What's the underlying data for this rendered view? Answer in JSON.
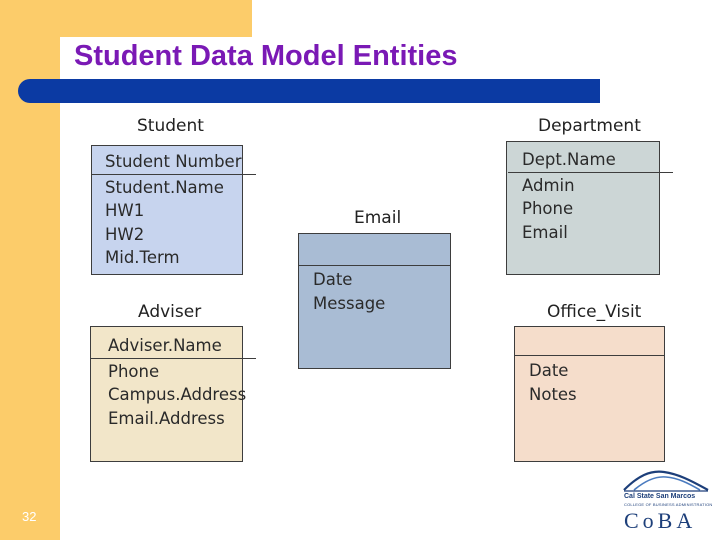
{
  "slide": {
    "title": "Student Data Model Entities",
    "number": "32"
  },
  "entities": {
    "student": {
      "name": "Student",
      "attributes": [
        "Student Number",
        "Student.Name",
        "HW1",
        "HW2",
        "Mid.Term"
      ]
    },
    "department": {
      "name": "Department",
      "attributes": [
        "Dept.Name",
        "Admin",
        "Phone",
        "Email"
      ]
    },
    "email": {
      "name": "Email",
      "attributes": [
        "Date",
        "Message"
      ]
    },
    "adviser": {
      "name": "Adviser",
      "attributes": [
        "Adviser.Name",
        "Phone",
        "Campus.Address",
        "Email.Address"
      ]
    },
    "office_visit": {
      "name": "Office_Visit",
      "attributes": [
        "Date",
        "Notes"
      ]
    }
  },
  "logo": {
    "university": "Cal State San Marcos",
    "college": "COLLEGE OF BUSINESS ADMINISTRATION",
    "abbr": "CoBA"
  },
  "colors": {
    "sidebar": "#fccc6a",
    "title_bar": "#0b3aa3",
    "title_text": "#7a19b5",
    "student_fill": "#c7d4ee",
    "department_fill": "#ccd6d6",
    "email_fill": "#a9bcd4",
    "adviser_fill": "#f2e6c9",
    "office_visit_fill": "#f5ddcb"
  }
}
